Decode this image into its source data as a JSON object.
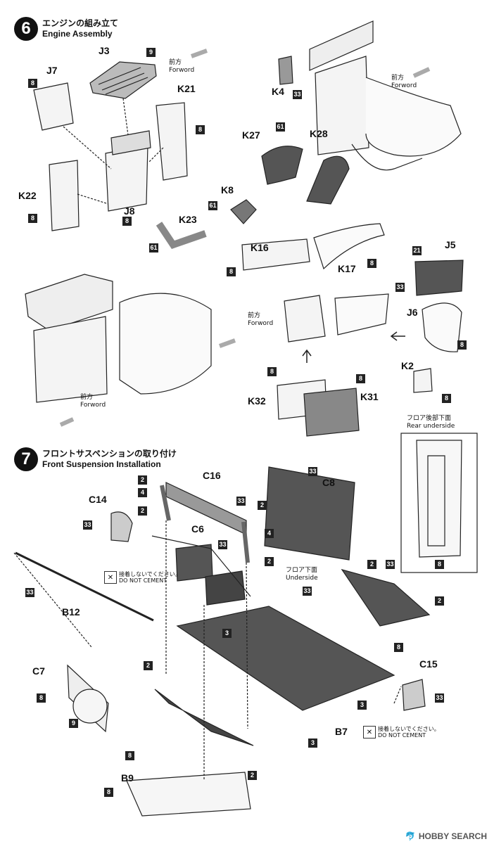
{
  "step6": {
    "number": "6",
    "title_jp": "エンジンの組み立て",
    "title_en": "Engine Assembly",
    "forward_jp": "前方",
    "forward_en": "Forword"
  },
  "step7": {
    "number": "7",
    "title_jp": "フロントサスペンションの取り付け",
    "title_en": "Front Suspension Installation",
    "rear_underside_jp": "フロア後部下面",
    "rear_underside_en": "Rear underside",
    "underside_jp": "フロア下面",
    "underside_en": "Underside",
    "no_cement_jp": "接着しないでください。",
    "no_cement_en": "DO NOT CEMENT",
    "no_cement_jp2": "接着しないでください。",
    "no_cement_en2": "DO NOT CEMENT"
  },
  "parts": {
    "J3": "J3",
    "J7": "J7",
    "K21": "K21",
    "K22": "K22",
    "J8": "J8",
    "K4": "K4",
    "K27": "K27",
    "K28": "K28",
    "K8": "K8",
    "K23": "K23",
    "K16": "K16",
    "K17": "K17",
    "J5": "J5",
    "J6": "J6",
    "K2": "K2",
    "K32": "K32",
    "K31": "K31",
    "C16": "C16",
    "C8": "C8",
    "C14": "C14",
    "C6": "C6",
    "B12": "B12",
    "C7": "C7",
    "C15": "C15",
    "B7": "B7",
    "B9": "B9"
  },
  "color_tags": {
    "t8": "8",
    "t9": "9",
    "t61": "61",
    "t33": "33",
    "t21": "21",
    "t2": "2",
    "t4": "4",
    "t3": "3"
  },
  "watermark": "HOBBY SEARCH",
  "watermark_icon": "dolphin-logo-icon"
}
